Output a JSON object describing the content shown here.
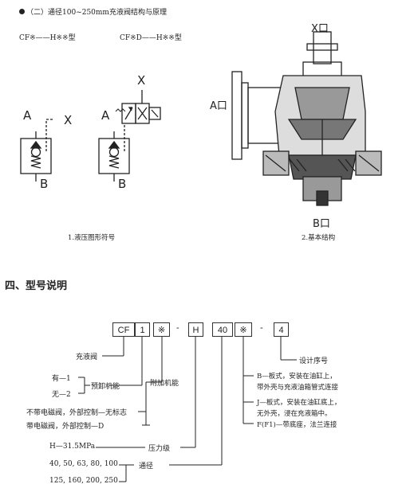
{
  "header": {
    "bullet_title": "（二）通径100~250mm充液阀结构与原理",
    "type_left": "CF※——H※※型",
    "type_right": "CF※D——H※※型"
  },
  "symbols": {
    "label_X_left": "X",
    "label_A_left": "A",
    "label_B_left": "B",
    "label_X_right": "X",
    "label_A_right": "A",
    "label_B_right": "B",
    "caption": "1.液压图形符号"
  },
  "structure": {
    "port_X": "X口",
    "port_A": "A口",
    "port_B": "B口",
    "caption": "2.基本结构"
  },
  "model_section": {
    "heading": "四、型号说明",
    "code_boxes": [
      "CF",
      "1",
      "※",
      "-",
      "H",
      "40",
      "※",
      "-",
      "4"
    ],
    "labels": {
      "fill_valve": "充液阀",
      "pre_unload_yes": "有—1",
      "pre_unload_no": "无—2",
      "pre_unload": "预卸机能",
      "additional": "附加机能",
      "no_solenoid": "不带电磁阀，外部控制—无标志",
      "with_solenoid": "带电磁阀，外部控制—D",
      "pressure_value": "H—31.5MPa",
      "pressure": "压力级",
      "diam_values_1": "40, 50, 63, 80, 100",
      "diam_values_2": "125, 160, 200, 250",
      "diameter": "通径",
      "design_no": "设计序号",
      "mount_b_1": "B—板式，安装在油缸上，",
      "mount_b_2": "带外壳与充液油箱管式连接",
      "mount_j_1": "J—板式，安装在油缸底上，",
      "mount_j_2": "无外壳，浸在充液箱中。",
      "mount_f": "F(F1)—带底座，法兰连接"
    }
  }
}
